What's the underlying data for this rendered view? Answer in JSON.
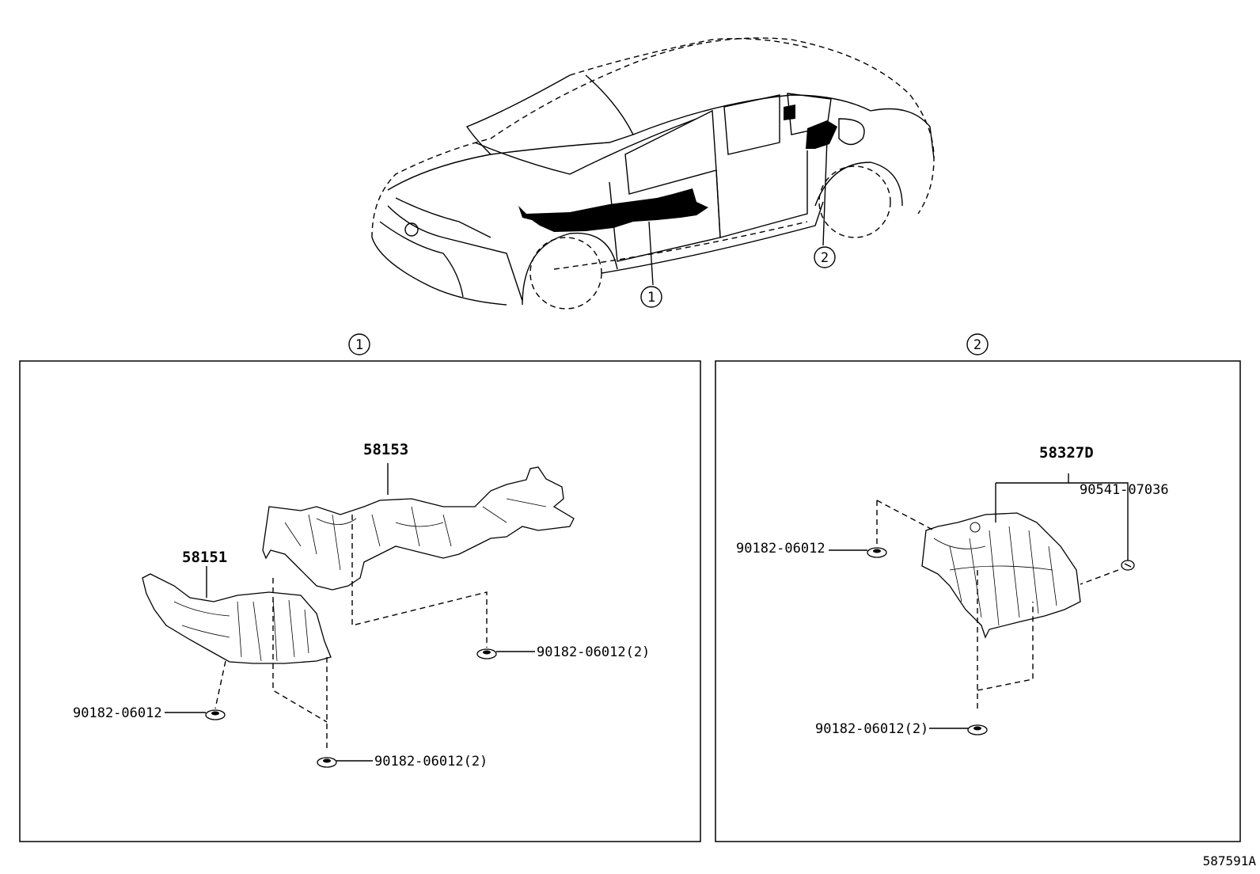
{
  "diagram": {
    "reference_code": "587591A",
    "callouts": [
      "1",
      "2"
    ],
    "panel_1": {
      "parts": {
        "p58153": "58153",
        "p58151": "58151"
      },
      "fasteners": {
        "clip_right": "90182-06012(2)",
        "clip_left": "90182-06012",
        "clip_bottom": "90182-06012(2)"
      }
    },
    "panel_2": {
      "parts": {
        "p58327d": "58327D"
      },
      "fasteners": {
        "bolt": "90541-07036",
        "clip_upper": "90182-06012",
        "clip_bottom": "90182-06012(2)"
      }
    }
  }
}
